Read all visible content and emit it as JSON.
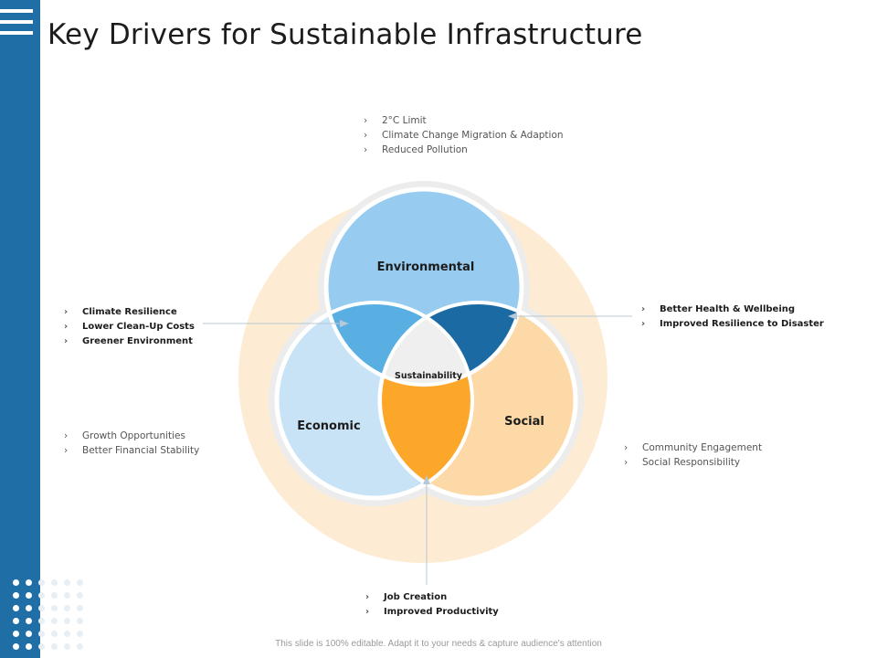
{
  "title": "Key Drivers for Sustainable Infrastructure",
  "venn": {
    "circles": {
      "environmental": "Environmental",
      "economic": "Economic",
      "social": "Social",
      "center": "Sustainability"
    }
  },
  "lists": {
    "environmental": [
      "2°C Limit",
      "Climate Change Migration & Adaption",
      "Reduced Pollution"
    ],
    "environmental_economic": [
      "Climate Resilience",
      "Lower Clean-Up Costs",
      "Greener Environment"
    ],
    "economic": [
      "Growth Opportunities",
      "Better Financial Stability"
    ],
    "environmental_social": [
      "Better Health & Wellbeing",
      "Improved Resilience to Disaster"
    ],
    "social": [
      "Community Engagement",
      "Social Responsibility"
    ],
    "economic_social": [
      "Job Creation",
      "Improved Productivity"
    ]
  },
  "bullet_glyph": "›",
  "footer": "This slide is 100% editable. Adapt it to your needs & capture audience's attention",
  "colors": {
    "sidebar": "#1f6ea5",
    "outer_ring": "#fdecd3",
    "environmental": "#97cbef",
    "economic": "#c9e3f6",
    "social": "#fcd9a6",
    "env_econ_overlap": "#59aee2",
    "env_social_overlap": "#1c6aa3",
    "econ_social_overlap": "#fca72a",
    "center": "#efefef"
  }
}
